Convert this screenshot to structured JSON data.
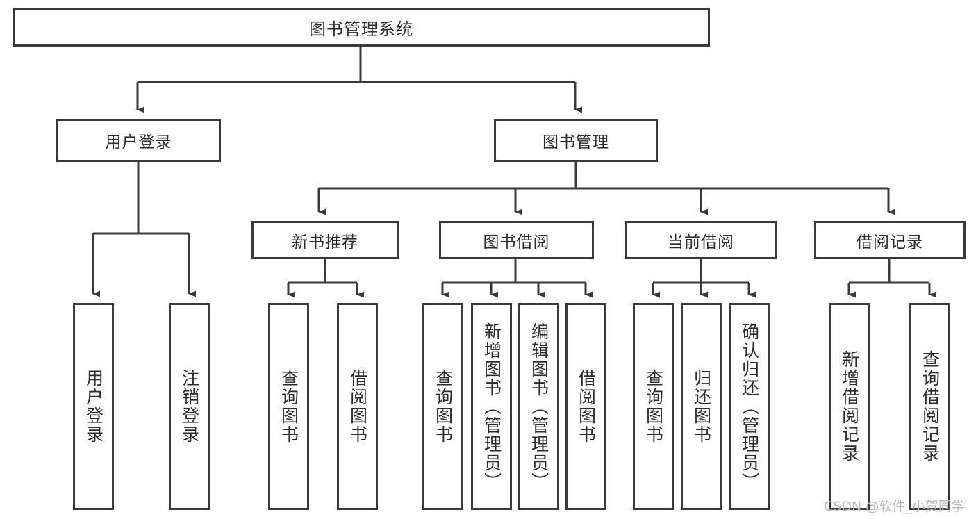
{
  "diagram": {
    "title": "图书管理系统",
    "watermark": "CSDN @软件_小贺同学",
    "colors": {
      "box_border": "#3a3a3a",
      "box_fill": "#ffffff",
      "connector": "#3a3a3a",
      "text": "#2b2b2b",
      "watermark": "#b9b9b9",
      "background": "#ffffff"
    },
    "root": {
      "label": "图书管理系统"
    },
    "level2": [
      {
        "label": "用户登录"
      },
      {
        "label": "图书管理"
      }
    ],
    "level3": [
      {
        "label": "新书推荐"
      },
      {
        "label": "图书借阅"
      },
      {
        "label": "当前借阅"
      },
      {
        "label": "借阅记录"
      }
    ],
    "leaves": {
      "user_login": [
        {
          "label": "用户登录"
        },
        {
          "label": "注销登录"
        }
      ],
      "new_book_recommend": [
        {
          "label": "查询图书"
        },
        {
          "label": "借阅图书"
        }
      ],
      "book_borrow": [
        {
          "label": "查询图书"
        },
        {
          "label": "新增图书（管理员）"
        },
        {
          "label": "编辑图书（管理员）"
        },
        {
          "label": "借阅图书"
        }
      ],
      "current_borrow": [
        {
          "label": "查询图书"
        },
        {
          "label": "归还图书"
        },
        {
          "label": "确认归还（管理员）"
        }
      ],
      "borrow_records": [
        {
          "label": "新增借阅记录"
        },
        {
          "label": "查询借阅记录"
        }
      ]
    }
  }
}
